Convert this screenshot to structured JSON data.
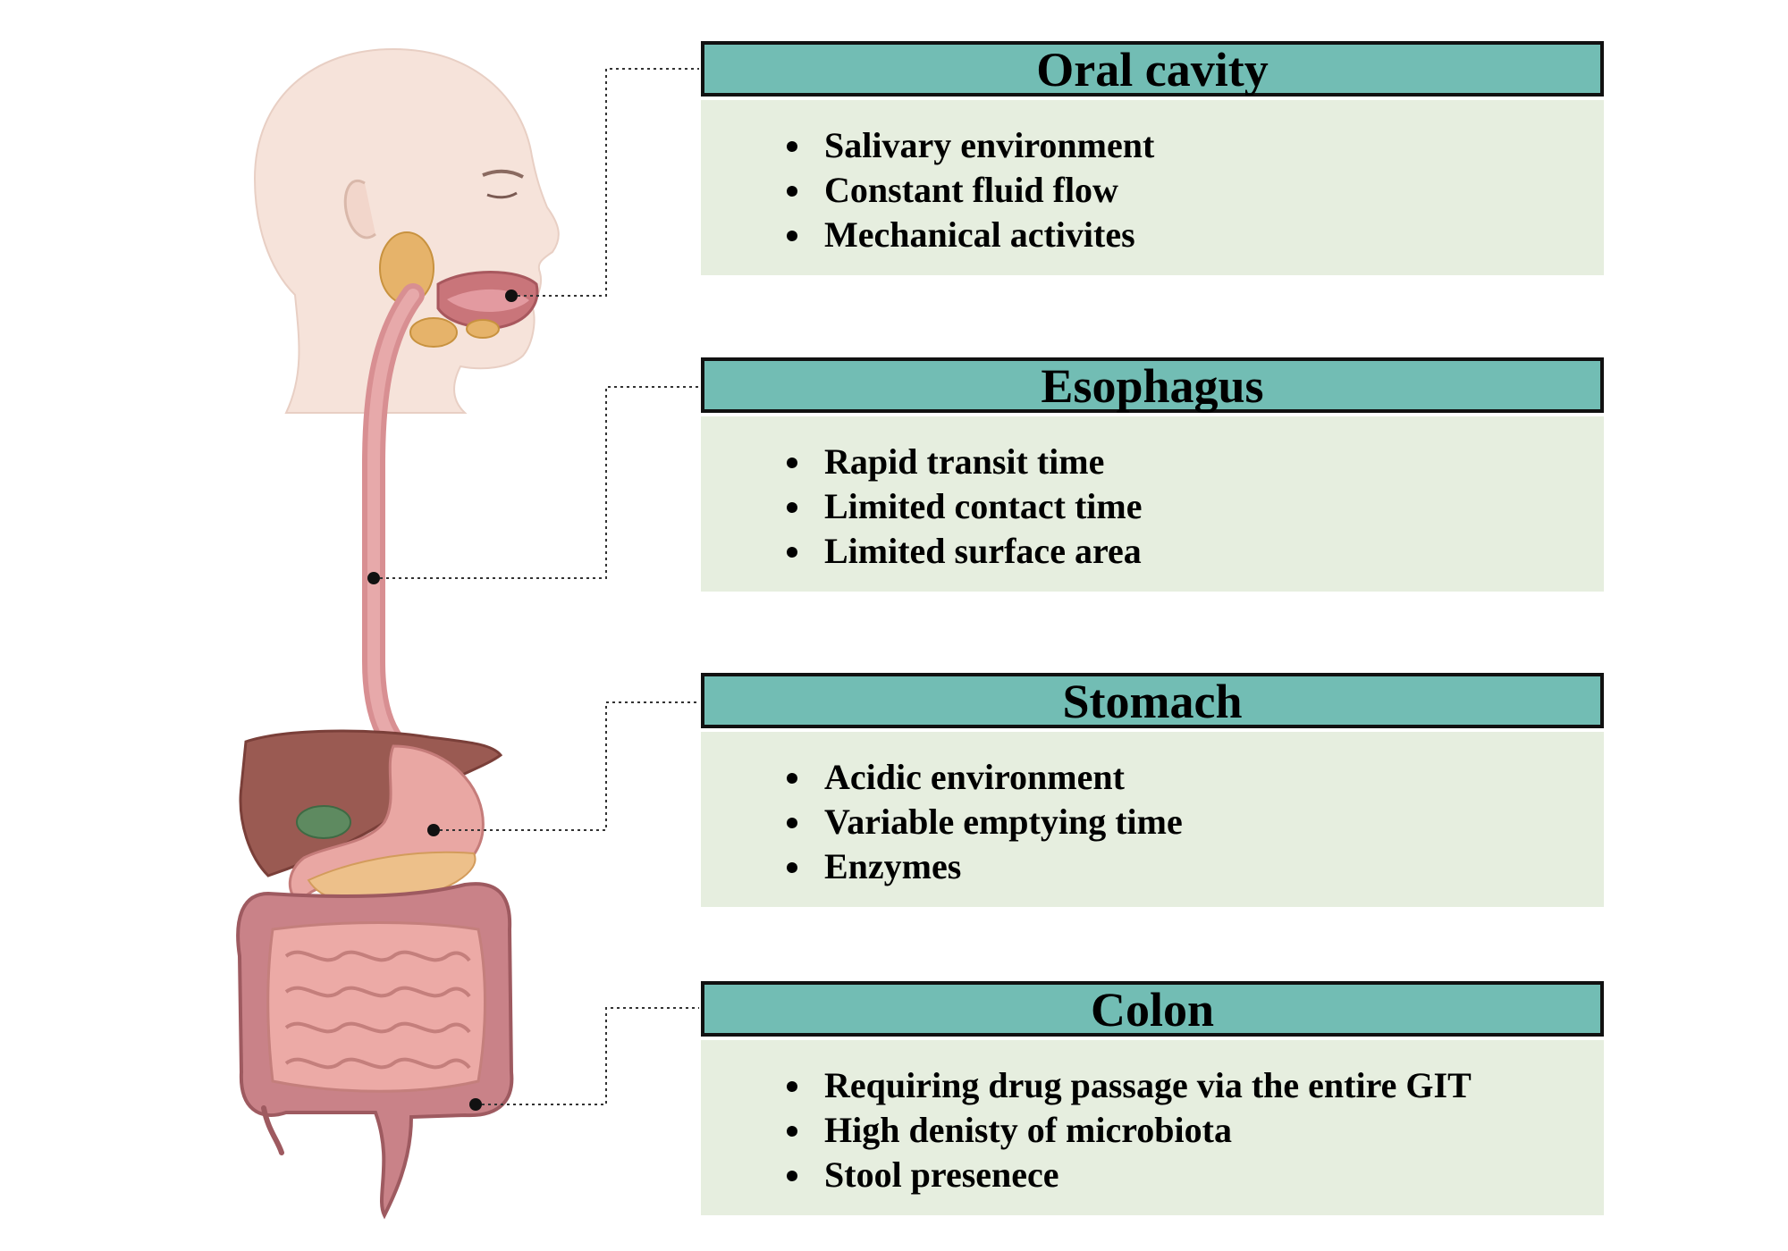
{
  "colors": {
    "header_fill": "#72bdb4",
    "body_fill": "#e6eedf",
    "connector": "#333333"
  },
  "sections": [
    {
      "id": "oral-cavity",
      "title": "Oral cavity",
      "bullets": [
        "Salivary environment",
        "Constant fluid flow",
        "Mechanical activites"
      ]
    },
    {
      "id": "esophagus",
      "title": "Esophagus",
      "bullets": [
        "Rapid transit time",
        "Limited contact time",
        "Limited surface area"
      ]
    },
    {
      "id": "stomach",
      "title": "Stomach",
      "bullets": [
        "Acidic environment",
        "Variable emptying time",
        "Enzymes"
      ]
    },
    {
      "id": "colon",
      "title": "Colon",
      "bullets": [
        "Requiring drug passage via the entire GIT",
        "High denisty of microbiota",
        "Stool presenece"
      ]
    }
  ]
}
